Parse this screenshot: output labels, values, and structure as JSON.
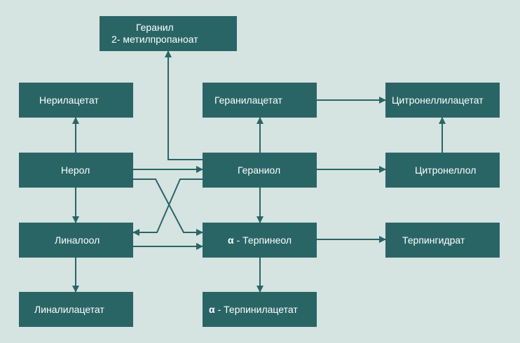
{
  "diagram": {
    "colors": {
      "background": "#d5e3e1",
      "node": "#2a6566",
      "text": "#ffffff",
      "edge": "#2a6566"
    },
    "nodes": {
      "geranyl_methylpropanoate": {
        "line1": "Геранил",
        "line2": "2- метилпропаноат"
      },
      "nerylacetate": {
        "label": "Нерилацетат"
      },
      "geranylacetate": {
        "label": "Геранилацетат"
      },
      "citronellylacetate": {
        "label": "Цитронеллилацетат"
      },
      "nerol": {
        "label": "Нерол"
      },
      "geraniol": {
        "label": "Гераниол"
      },
      "citronellol": {
        "label": "Цитронеллол"
      },
      "linalool": {
        "label": "Линалоол"
      },
      "terpineol": {
        "prefix": "α",
        "label": "- Терпинеол"
      },
      "terpinhydrate": {
        "label": "Терпингидрат"
      },
      "linalylacetate": {
        "label": "Линалилацетат"
      },
      "terpinylacetate": {
        "prefix": "α",
        "label": "- Терпинилацетат"
      }
    },
    "edges": [
      {
        "from": "nerol",
        "to": "nerylacetate"
      },
      {
        "from": "nerol",
        "to": "linalool"
      },
      {
        "from": "nerol",
        "to": "geraniol"
      },
      {
        "from": "nerol",
        "to": "terpineol"
      },
      {
        "from": "geraniol",
        "to": "geranyl_methylpropanoate"
      },
      {
        "from": "geraniol",
        "to": "geranylacetate"
      },
      {
        "from": "geraniol",
        "to": "citronellol"
      },
      {
        "from": "geraniol",
        "to": "terpineol"
      },
      {
        "from": "geraniol",
        "to": "linalool"
      },
      {
        "from": "geranylacetate",
        "to": "citronellylacetate"
      },
      {
        "from": "citronellol",
        "to": "citronellylacetate"
      },
      {
        "from": "linalool",
        "to": "linalylacetate"
      },
      {
        "from": "linalool",
        "to": "terpineol"
      },
      {
        "from": "terpineol",
        "to": "terpinhydrate"
      },
      {
        "from": "terpineol",
        "to": "terpinylacetate"
      }
    ]
  }
}
